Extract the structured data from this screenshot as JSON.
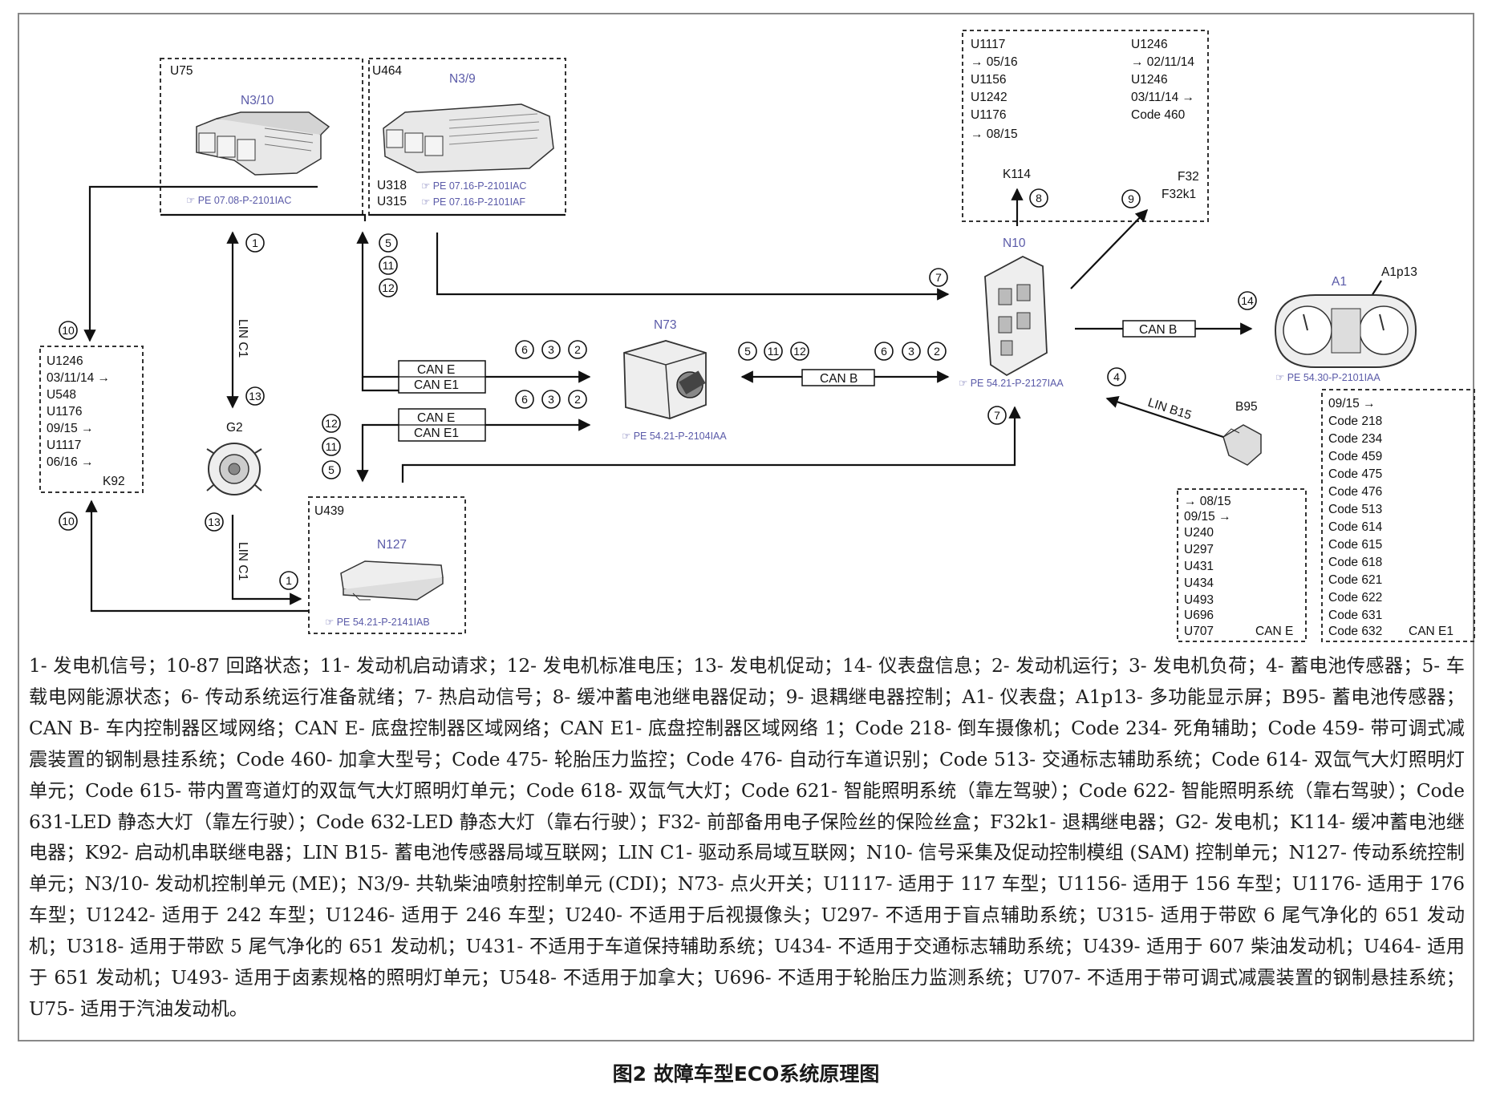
{
  "boxes": {
    "u75": {
      "label": "U75",
      "name": "N3/10",
      "pe": "PE 07.08-P-2101IAC"
    },
    "u464": {
      "label": "U464",
      "name": "N3/9",
      "rows": [
        {
          "code": "U318",
          "pe": "PE 07.16-P-2101IAC"
        },
        {
          "code": "U315",
          "pe": "PE 07.16-P-2101IAF"
        }
      ]
    },
    "k114": {
      "left": [
        "U1117",
        "→ 05/16",
        "U1156",
        "U1242",
        "U1176",
        "→ 08/15"
      ],
      "right": [
        "U1246",
        "→ 02/11/14",
        "U1246",
        "03/11/14 →",
        "Code 460"
      ],
      "k114": "K114",
      "f32": "F32",
      "f32k1": "F32k1"
    },
    "k92": {
      "lines": [
        "U1246",
        "03/11/14 →",
        "U548",
        "U1176",
        "09/15 →",
        "U1117",
        "06/16 →"
      ],
      "name": "K92"
    },
    "u439": {
      "label": "U439",
      "name": "N127",
      "pe": "PE 54.21-P-2141IAB"
    },
    "cane": {
      "lines": [
        "→ 08/15",
        "09/15 →",
        "U240",
        "U297",
        "U431",
        "U434",
        "U493",
        "U696",
        "U707"
      ],
      "name": "CAN E"
    },
    "cane1": {
      "lines": [
        "09/15 →",
        "Code 218",
        "Code 234",
        "Code 459",
        "Code 475",
        "Code 476",
        "Code 513",
        "Code 614",
        "Code 615",
        "Code 618",
        "Code 621",
        "Code 622",
        "Code 631",
        "Code 632"
      ],
      "name": "CAN E1"
    }
  },
  "components": {
    "n73": {
      "name": "N73",
      "pe": "PE 54.21-P-2104IAA"
    },
    "n10": {
      "name": "N10",
      "pe": "PE 54.21-P-2127IAA"
    },
    "a1": {
      "name": "A1",
      "sub": "A1p13",
      "pe": "PE 54.30-P-2101IAA"
    },
    "g2": {
      "name": "G2"
    },
    "b95": {
      "name": "B95"
    }
  },
  "buses": {
    "lin_c1": "LIN C1",
    "can_e": "CAN E",
    "can_e1": "CAN E1",
    "can_b": "CAN B",
    "lin_b15": "LIN B15"
  },
  "signals": [
    "1",
    "2",
    "3",
    "4",
    "5",
    "6",
    "7",
    "8",
    "9",
    "10",
    "11",
    "12",
    "13",
    "14"
  ],
  "legend": "1- 发电机信号；10-87 回路状态；11- 发动机启动请求；12- 发电机标准电压；13- 发电机促动；14- 仪表盘信息；2- 发动机运行；3- 发电机负荷；4- 蓄电池传感器；5- 车载电网能源状态；6- 传动系统运行准备就绪；7- 热启动信号；8- 缓冲蓄电池继电器促动；9- 退耦继电器控制；A1- 仪表盘；A1p13- 多功能显示屏；B95- 蓄电池传感器；CAN B- 车内控制器区域网络；CAN E- 底盘控制器区域网络；CAN E1- 底盘控制器区域网络 1；Code 218- 倒车摄像机；Code 234- 死角辅助；Code 459- 带可调式减震装置的钢制悬挂系统；Code 460- 加拿大型号；Code 475- 轮胎压力监控；Code 476- 自动行车道识别；Code 513- 交通标志辅助系统；Code 614- 双氙气大灯照明灯单元；Code 615- 带内置弯道灯的双氙气大灯照明灯单元；Code 618- 双氙气大灯；Code 621- 智能照明系统（靠左驾驶）；Code 622- 智能照明系统（靠右驾驶）；Code 631-LED 静态大灯（靠左行驶）；Code 632-LED 静态大灯（靠右行驶）；F32- 前部备用电子保险丝的保险丝盒；F32k1- 退耦继电器；G2- 发电机；K114- 缓冲蓄电池继电器；K92- 启动机串联继电器；LIN B15- 蓄电池传感器局域互联网；LIN C1- 驱动系局域互联网；N10- 信号采集及促动控制模组 (SAM) 控制单元；N127- 传动系统控制单元；N3/10- 发动机控制单元 (ME)；N3/9- 共轨柴油喷射控制单元 (CDI)；N73- 点火开关；U1117- 适用于 117 车型；U1156- 适用于 156 车型；U1176- 适用于 176 车型；U1242- 适用于 242 车型；U1246- 适用于 246 车型；U240- 不适用于后视摄像头；U297- 不适用于盲点辅助系统；U315- 适用于带欧 6 尾气净化的 651 发动机；U318- 适用于带欧 5 尾气净化的 651 发动机；U431- 不适用于车道保持辅助系统；U434- 不适用于交通标志辅助系统；U439- 适用于 607 柴油发动机；U464- 适用于 651 发动机；U493- 适用于卤素规格的照明灯单元；U548- 不适用于加拿大；U696- 不适用于轮胎压力监测系统；U707- 不适用于带可调式减震装置的钢制悬挂系统；U75- 适用于汽油发动机。",
  "caption": "图2 故障车型ECO系统原理图"
}
